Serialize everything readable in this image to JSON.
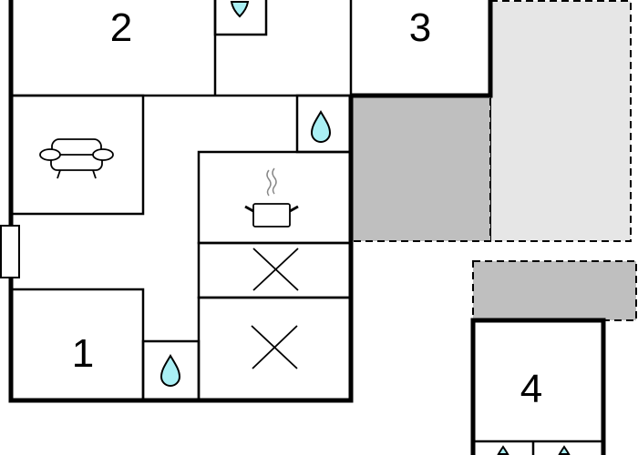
{
  "rooms": {
    "room1": "1",
    "room2": "2",
    "room3": "3",
    "room4": "4"
  },
  "icons": [
    "water-drop-icon",
    "sofa-icon",
    "cooking-pot-icon",
    "cross-icon",
    "door-icon"
  ],
  "colors": {
    "terrace_dark": "#bfbfbf",
    "terrace_light": "#e6e6e6",
    "water_drop": "#aaf0f5",
    "wall": "#000000"
  }
}
